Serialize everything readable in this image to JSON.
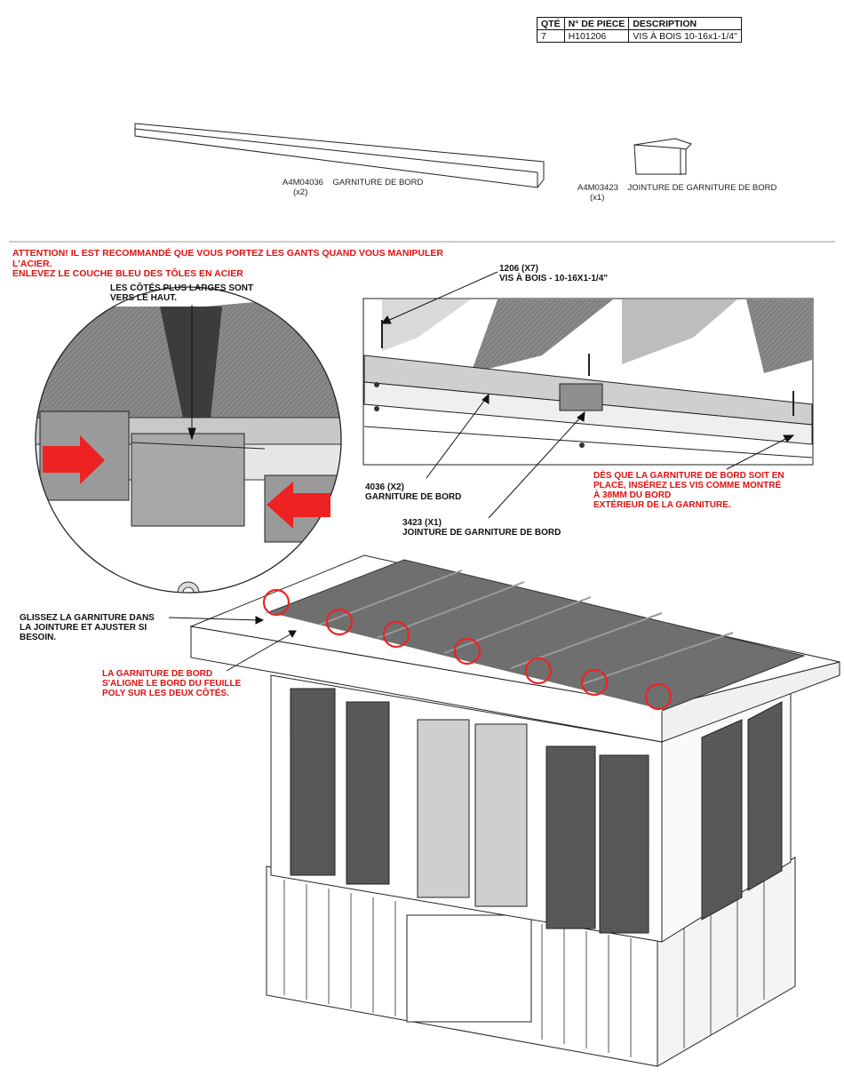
{
  "parts_table": {
    "headers": [
      "QTÉ",
      "N° DE PIECE",
      "DESCRIPTION"
    ],
    "rows": [
      [
        "7",
        "H101206",
        "VIS À BOIS 10-16x1-1/4\""
      ]
    ]
  },
  "parts": [
    {
      "code": "A4M04036",
      "qty": "(x2)",
      "name": "GARNITURE DE BORD"
    },
    {
      "code": "A4M03423",
      "qty": "(x1)",
      "name": "JOINTURE DE GARNITURE DE BORD"
    }
  ],
  "warning": {
    "line1": "ATTENTION! IL EST RECOMMANDÉ QUE VOUS PORTEZ LES GANTS QUAND VOUS MANIPULER",
    "line2": "L'ACIER.",
    "line3": "ENLEVEZ LE COUCHE BLEU DES TÔLES EN ACIER"
  },
  "callouts": {
    "wide_side_1": "LES CÔTÉS PLUS LARGES SONT",
    "wide_side_2": "VERS LE HAUT.",
    "screw_1": "1206 (x7)",
    "screw_2": "VIS À BOIS - 10-16x1-1/4\"",
    "trim_1": "4036 (x2)",
    "trim_2": "GARNITURE DE BORD",
    "joint_1": "3423 (x1)",
    "joint_2": "JOINTURE DE GARNITURE DE BORD",
    "install_1": "DÈS QUE LA GARNITURE DE BORD SOIT EN",
    "install_2": "PLACE, INSÉREZ LES VIS COMME MONTRÉ",
    "install_3": "À 38MM DU BORD",
    "install_4": "EXTÉRIEUR DE LA GARNITURE.",
    "slide_1": "GLISSEZ LA GARNITURE DANS",
    "slide_2": "LA JOINTURE ET AJUSTER SI",
    "slide_3": "BESOIN.",
    "align_1": "LA GARNITURE DE BORD",
    "align_2": "S'ALIGNE LE BORD DU FEUILLE",
    "align_3": "POLY SUR LES DEUX CÔTÉS."
  },
  "colors": {
    "warning_red": "#e01010",
    "arrow_red": "#ee2222"
  }
}
